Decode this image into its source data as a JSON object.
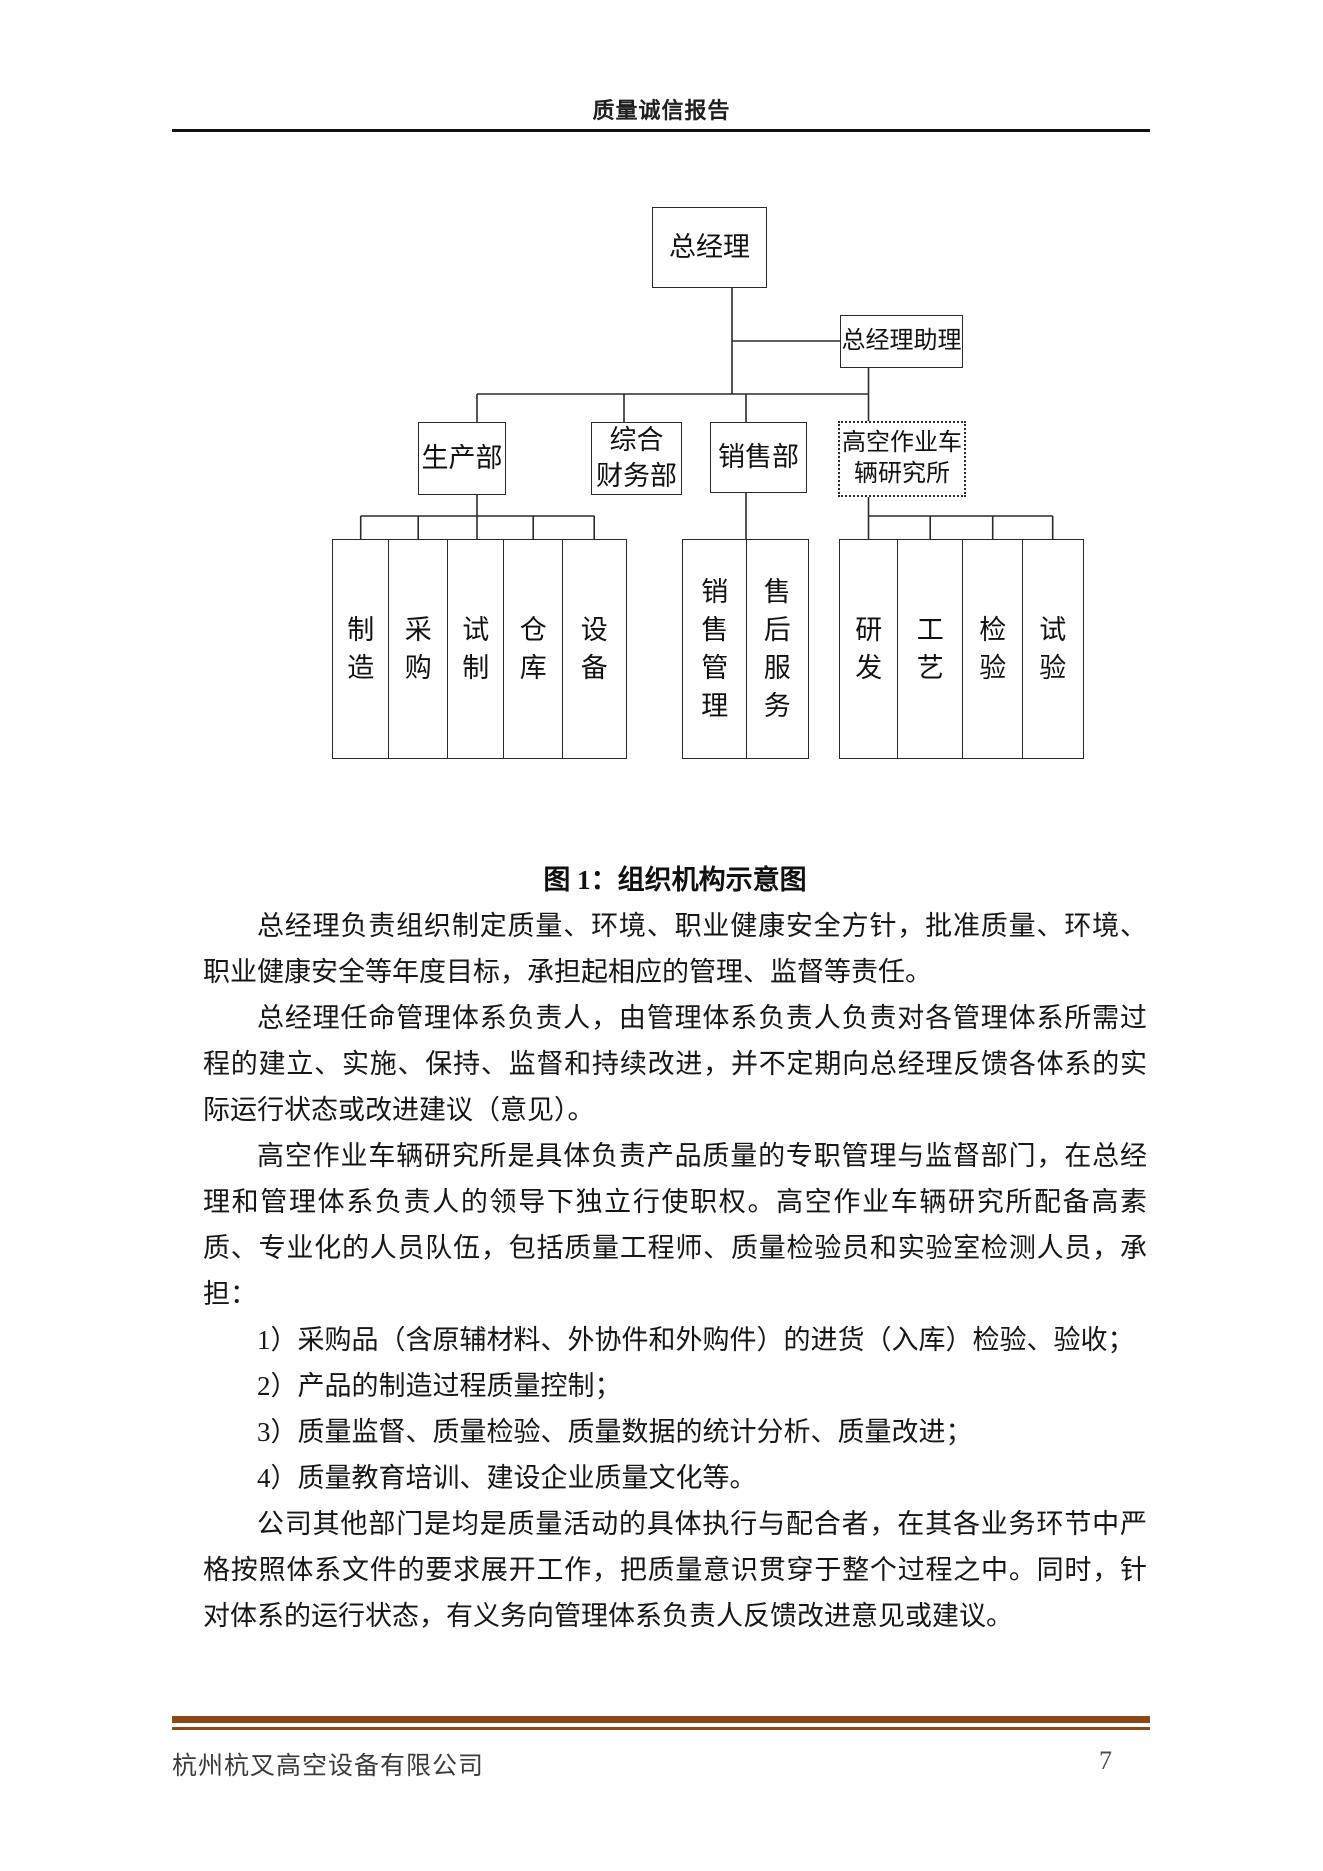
{
  "header": {
    "title": "质量诚信报告"
  },
  "diagram": {
    "gm": "总经理",
    "assistant": "总经理助理",
    "production": "生产部",
    "finance": "综合\n财务部",
    "sales": "销售部",
    "institute": "高空作业车\n辆研究所",
    "prod_children": [
      "制造",
      "采购",
      "试制",
      "仓库",
      "设备"
    ],
    "sales_children": [
      "销售管理",
      "售后服务"
    ],
    "institute_children": [
      "研发",
      "工艺",
      "检验",
      "试验"
    ]
  },
  "caption": "图 1：组织机构示意图",
  "body": {
    "p1": "总经理负责组织制定质量、环境、职业健康安全方针，批准质量、环境、职业健康安全等年度目标，承担起相应的管理、监督等责任。",
    "p2": "总经理任命管理体系负责人，由管理体系负责人负责对各管理体系所需过程的建立、实施、保持、监督和持续改进，并不定期向总经理反馈各体系的实际运行状态或改进建议（意见）。",
    "p3": "高空作业车辆研究所是具体负责产品质量的专职管理与监督部门，在总经理和管理体系负责人的领导下独立行使职权。高空作业车辆研究所配备高素质、专业化的人员队伍，包括质量工程师、质量检验员和实验室检测人员，承担：",
    "list": [
      "1）采购品（含原辅材料、外协件和外购件）的进货（入库）检验、验收；",
      "2）产品的制造过程质量控制；",
      "3）质量监督、质量检验、质量数据的统计分析、质量改进；",
      "4）质量教育培训、建设企业质量文化等。"
    ],
    "p4": "公司其他部门是均是质量活动的具体执行与配合者，在其各业务环节中严格按照体系文件的要求展开工作，把质量意识贯穿于整个过程之中。同时，针对体系的运行状态，有义务向管理体系负责人反馈改进意见或建议。"
  },
  "footer": {
    "company": "杭州杭叉高空设备有限公司",
    "page": "7"
  },
  "colors": {
    "rule_brown": "#8a4a17",
    "header_rule": "#121212",
    "diagram_line": "#2a2a2a"
  }
}
